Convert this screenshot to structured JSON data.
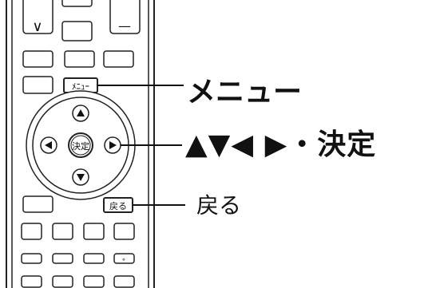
{
  "callouts": {
    "menu": "メニュー",
    "nav_confirm": "▲▼◀ ▶・決定",
    "back": "戻る"
  },
  "remote_labels": {
    "menu_button": "ﾒﾆｭｰ",
    "ok_button": "決定",
    "back_button": "戻る",
    "channel_down": "∨",
    "volume_down": "—",
    "small_circle": "∘"
  },
  "colors": {
    "remote_body": "#ffffff",
    "outline": "#222222",
    "accent": "#111111"
  }
}
